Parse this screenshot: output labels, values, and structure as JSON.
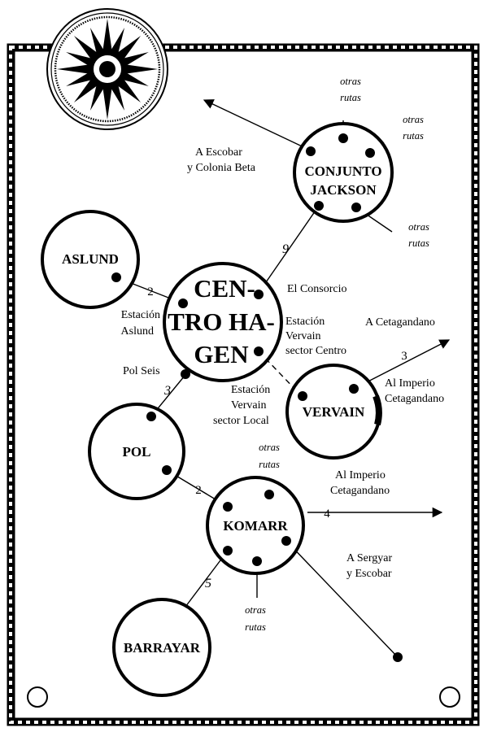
{
  "nodes": {
    "conjunto_jackson": {
      "line1": "CONJUNTO",
      "line2": "JACKSON"
    },
    "aslund": "ASLUND",
    "centro_hagen": {
      "line1": "CEN-",
      "line2": "TRO HA-",
      "line3": "GEN"
    },
    "vervain": "VERVAIN",
    "pol": "POL",
    "komarr": "KOMARR",
    "barrayar": "BARRAYAR"
  },
  "labels": {
    "otras_rutas_top": {
      "l1": "otras",
      "l2": "rutas"
    },
    "otras_rutas_right": {
      "l1": "otras",
      "l2": "rutas"
    },
    "otras_rutas_lower": {
      "l1": "otras",
      "l2": "rutas"
    },
    "a_escobar": {
      "l1": "A Escobar",
      "l2": "y Colonia Beta"
    },
    "el_consorcio": "El Consorcio",
    "estacion_aslund": {
      "l1": "Estación",
      "l2": "Aslund"
    },
    "estacion_vervain_centro": {
      "l1": "Estación",
      "l2": "Vervain",
      "l3": "sector Centro"
    },
    "a_cetagandano": "A Cetagandano",
    "al_imperio_1": {
      "l1": "Al Imperio",
      "l2": "Cetagandano"
    },
    "pol_seis": "Pol Seis",
    "estacion_vervain_local": {
      "l1": "Estación",
      "l2": "Vervain",
      "l3": "sector Local"
    },
    "komarr_otras_rutas": {
      "l1": "otras",
      "l2": "rutas"
    },
    "al_imperio_2": {
      "l1": "Al Imperio",
      "l2": "Cetagandano"
    },
    "a_sergyar": {
      "l1": "A Sergyar",
      "l2": "y Escobar"
    },
    "barrayar_otras_rutas": {
      "l1": "otras",
      "l2": "rutas"
    }
  },
  "jump_distances": {
    "jackson_hagen": "9",
    "aslund_hagen": "2",
    "hagen_pol": "3",
    "vervain_cetagandano": "3",
    "pol_komarr": "2",
    "komarr_east": "4",
    "komarr_barrayar": "5"
  }
}
